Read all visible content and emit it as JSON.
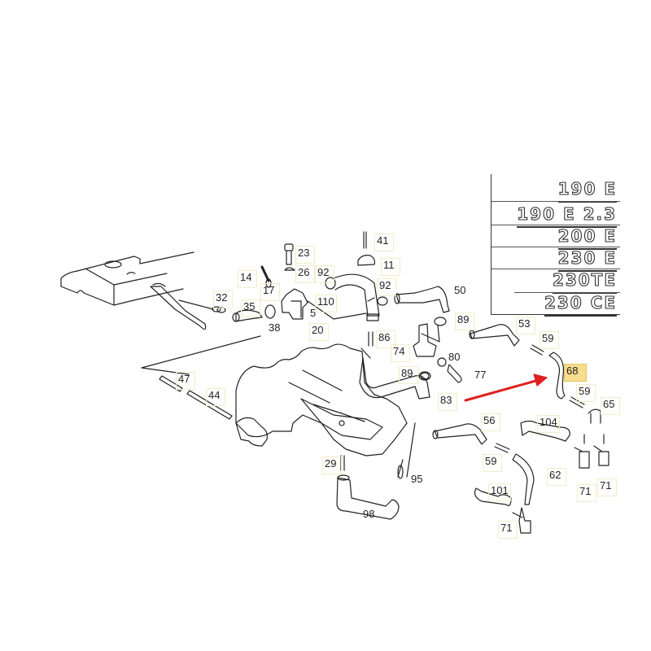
{
  "diagram": {
    "title": "Engine vacuum / breather hose parts diagram",
    "model_badges": [
      "190 E",
      "190 E 2.3",
      "200 E",
      "230 E",
      "230TE",
      "230 CE"
    ],
    "highlighted_part": "68",
    "arrow_color": "#e02020",
    "highlight_color": "#f7dc8c",
    "part_labels": [
      {
        "id": "41"
      },
      {
        "id": "23"
      },
      {
        "id": "26"
      },
      {
        "id": "92"
      },
      {
        "id": "11"
      },
      {
        "id": "14"
      },
      {
        "id": "17"
      },
      {
        "id": "92b",
        "text": "92"
      },
      {
        "id": "50"
      },
      {
        "id": "32"
      },
      {
        "id": "35"
      },
      {
        "id": "110"
      },
      {
        "id": "5"
      },
      {
        "id": "38"
      },
      {
        "id": "20"
      },
      {
        "id": "86"
      },
      {
        "id": "89"
      },
      {
        "id": "53"
      },
      {
        "id": "74"
      },
      {
        "id": "80"
      },
      {
        "id": "59"
      },
      {
        "id": "47"
      },
      {
        "id": "89b",
        "text": "89"
      },
      {
        "id": "77"
      },
      {
        "id": "68"
      },
      {
        "id": "44"
      },
      {
        "id": "83"
      },
      {
        "id": "59b",
        "text": "59"
      },
      {
        "id": "65"
      },
      {
        "id": "56"
      },
      {
        "id": "104"
      },
      {
        "id": "59c",
        "text": "59"
      },
      {
        "id": "29"
      },
      {
        "id": "62"
      },
      {
        "id": "95"
      },
      {
        "id": "101"
      },
      {
        "id": "71"
      },
      {
        "id": "71b",
        "text": "71"
      },
      {
        "id": "98"
      },
      {
        "id": "71c",
        "text": "71"
      }
    ]
  },
  "labels": {
    "l41": "41",
    "l23": "23",
    "l26": "26",
    "l92a": "92",
    "l11": "11",
    "l14": "14",
    "l17": "17",
    "l92b": "92",
    "l50": "50",
    "l32": "32",
    "l35": "35",
    "l110": "110",
    "l5": "5",
    "l38": "38",
    "l20": "20",
    "l86": "86",
    "l89a": "89",
    "l53": "53",
    "l74": "74",
    "l80": "80",
    "l59a": "59",
    "l47": "47",
    "l89b": "89",
    "l77": "77",
    "l68": "68",
    "l44": "44",
    "l83": "83",
    "l59b": "59",
    "l65": "65",
    "l56": "56",
    "l104": "104",
    "l59c": "59",
    "l29": "29",
    "l62": "62",
    "l95": "95",
    "l101": "101",
    "l71a": "71",
    "l71b": "71",
    "l98": "98",
    "l71c": "71"
  },
  "models": {
    "m1": "190 E",
    "m2": "190 E 2.3",
    "m3": "200 E",
    "m4": "230 E",
    "m5": "230TE",
    "m6": "230 CE"
  }
}
